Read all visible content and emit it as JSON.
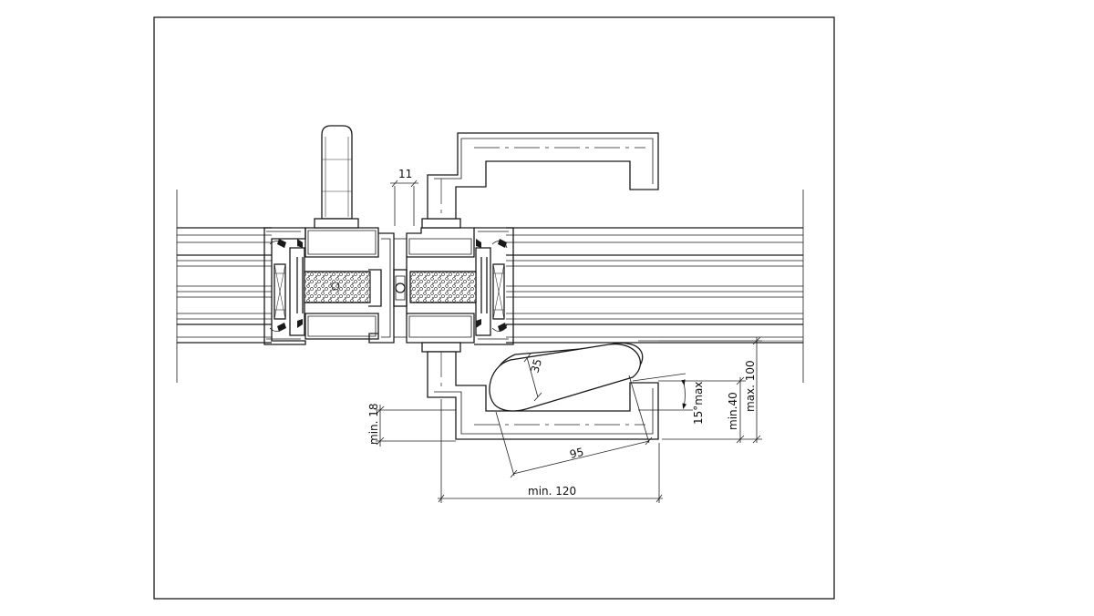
{
  "drawing": {
    "title": "",
    "dimensions": {
      "gap": "11",
      "handle_thickness": "35",
      "grip_length": "95",
      "clearance_min_120": "min. 120",
      "clearance_min_18": "min. 18",
      "angle": "15°max",
      "depth_min_40": "min.40",
      "depth_max_100": "max. 100"
    }
  }
}
